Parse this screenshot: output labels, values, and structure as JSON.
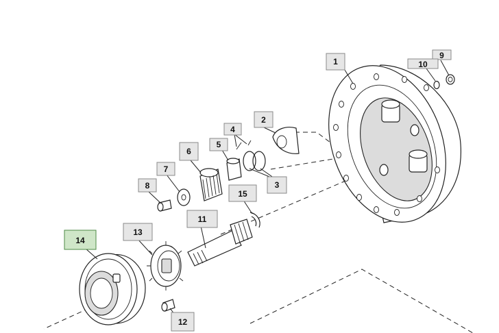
{
  "callouts": [
    {
      "id": "c1",
      "label": "1"
    },
    {
      "id": "c2",
      "label": "2"
    },
    {
      "id": "c3",
      "label": "3"
    },
    {
      "id": "c4",
      "label": "4"
    },
    {
      "id": "c5",
      "label": "5"
    },
    {
      "id": "c6",
      "label": "6"
    },
    {
      "id": "c7",
      "label": "7"
    },
    {
      "id": "c8",
      "label": "8"
    },
    {
      "id": "c9",
      "label": "9"
    },
    {
      "id": "c10",
      "label": "10"
    },
    {
      "id": "c11",
      "label": "11"
    },
    {
      "id": "c12",
      "label": "12"
    },
    {
      "id": "c13",
      "label": "13"
    },
    {
      "id": "c14",
      "label": "14",
      "highlighted": true
    },
    {
      "id": "c15",
      "label": "15"
    }
  ],
  "colors": {
    "callout_fill": "#e6e6e6",
    "callout_highlight_fill": "#cfe6c8",
    "line": "#222222"
  }
}
